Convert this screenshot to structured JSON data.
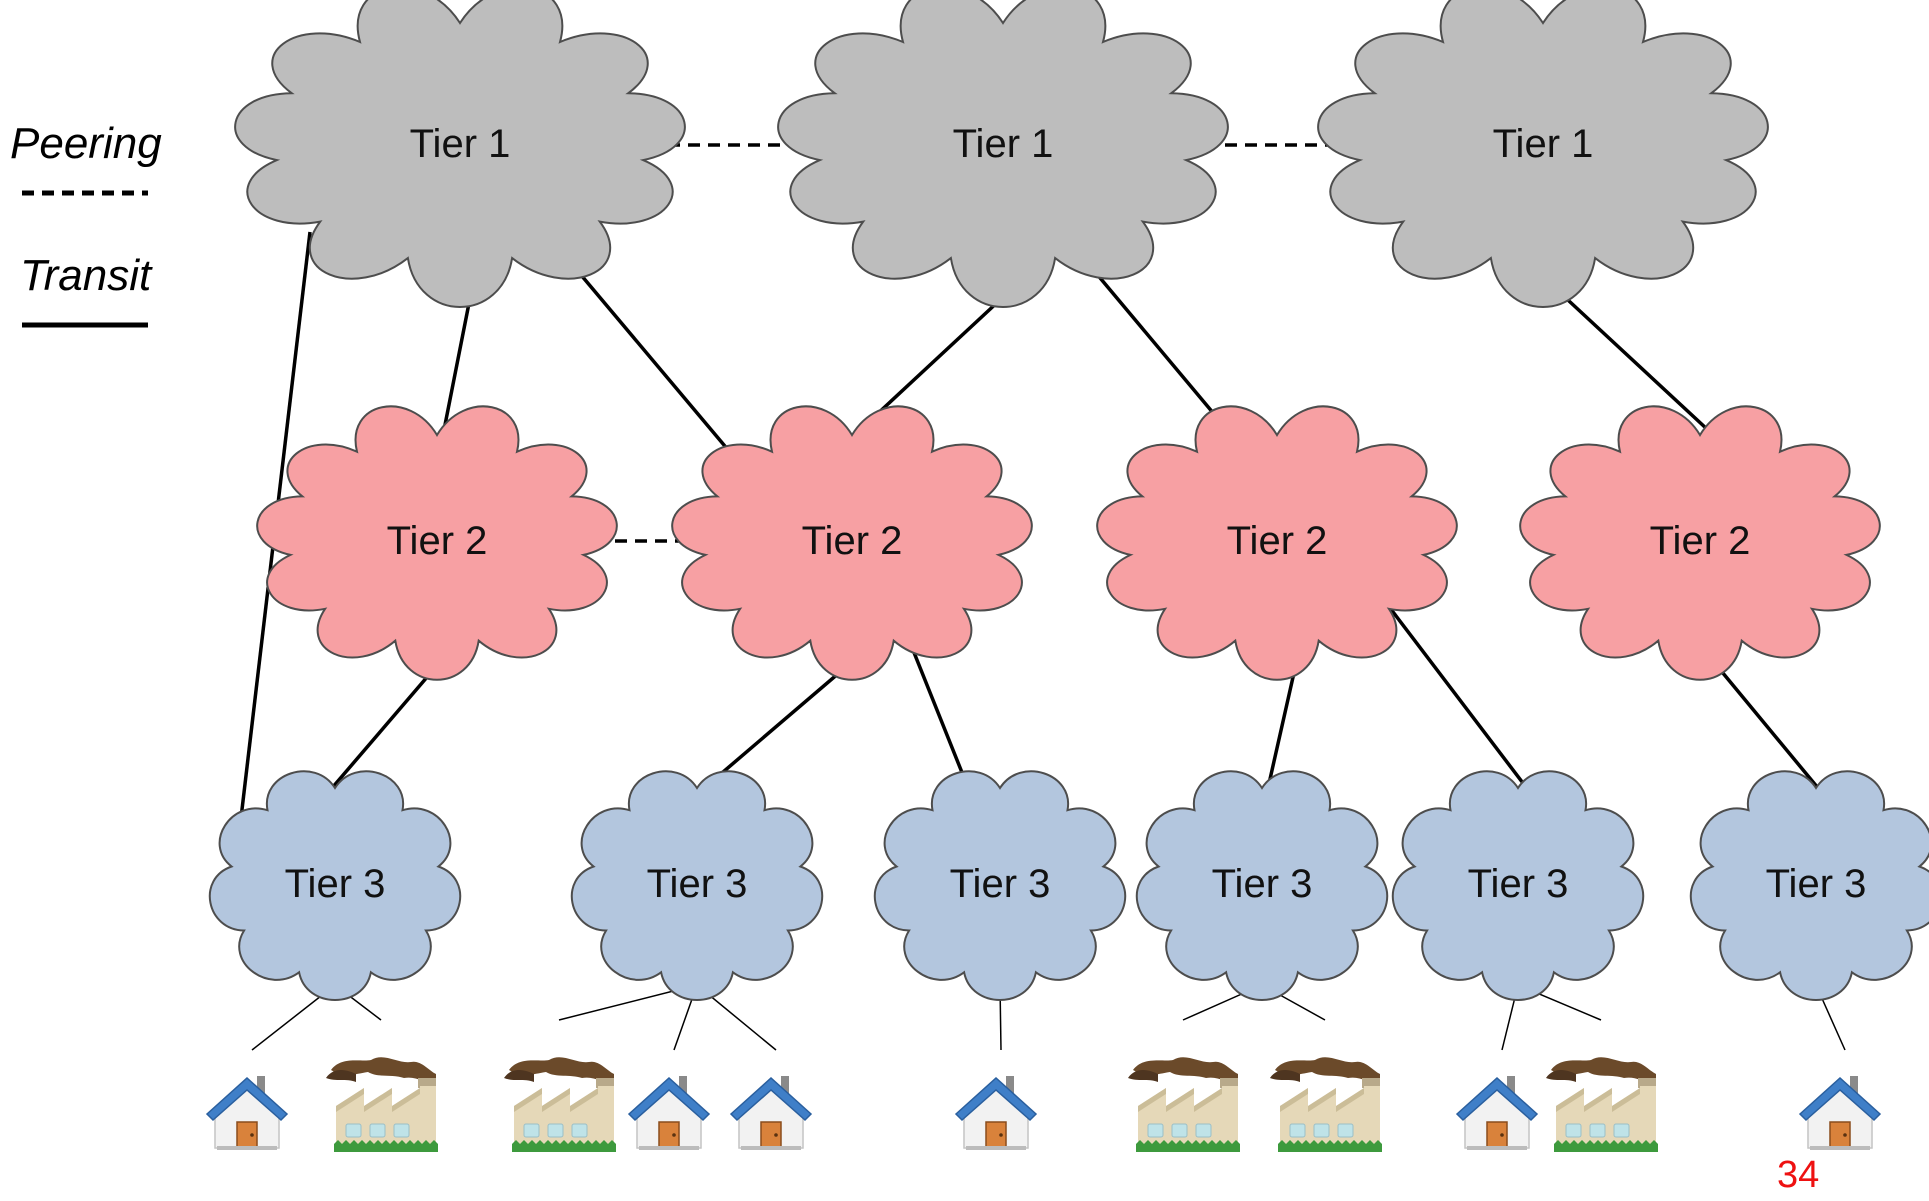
{
  "legend": {
    "peering_label": "Peering",
    "transit_label": "Transit"
  },
  "colors": {
    "tier1": "#bdbdbd",
    "tier2": "#f7a0a3",
    "tier3": "#b3c6de",
    "cloud_stroke": "#4d4d4d",
    "page_number": "#ee1111"
  },
  "tier1": [
    {
      "label": "Tier 1"
    },
    {
      "label": "Tier 1"
    },
    {
      "label": "Tier 1"
    }
  ],
  "tier2": [
    {
      "label": "Tier 2"
    },
    {
      "label": "Tier 2"
    },
    {
      "label": "Tier 2"
    },
    {
      "label": "Tier 2"
    }
  ],
  "tier3": [
    {
      "label": "Tier 3"
    },
    {
      "label": "Tier 3"
    },
    {
      "label": "Tier 3"
    },
    {
      "label": "Tier 3"
    },
    {
      "label": "Tier 3"
    },
    {
      "label": "Tier 3"
    }
  ],
  "endpoints": [
    {
      "icon": "house-icon",
      "tier3": 1
    },
    {
      "icon": "factory-icon",
      "tier3": 1
    },
    {
      "icon": "factory-icon",
      "tier3": 2
    },
    {
      "icon": "house-icon",
      "tier3": 2
    },
    {
      "icon": "house-icon",
      "tier3": 2
    },
    {
      "icon": "house-icon",
      "tier3": 3
    },
    {
      "icon": "factory-icon",
      "tier3": 4
    },
    {
      "icon": "factory-icon",
      "tier3": 4
    },
    {
      "icon": "house-icon",
      "tier3": 5
    },
    {
      "icon": "factory-icon",
      "tier3": 5
    },
    {
      "icon": "house-icon",
      "tier3": 6
    }
  ],
  "page_number": "34"
}
